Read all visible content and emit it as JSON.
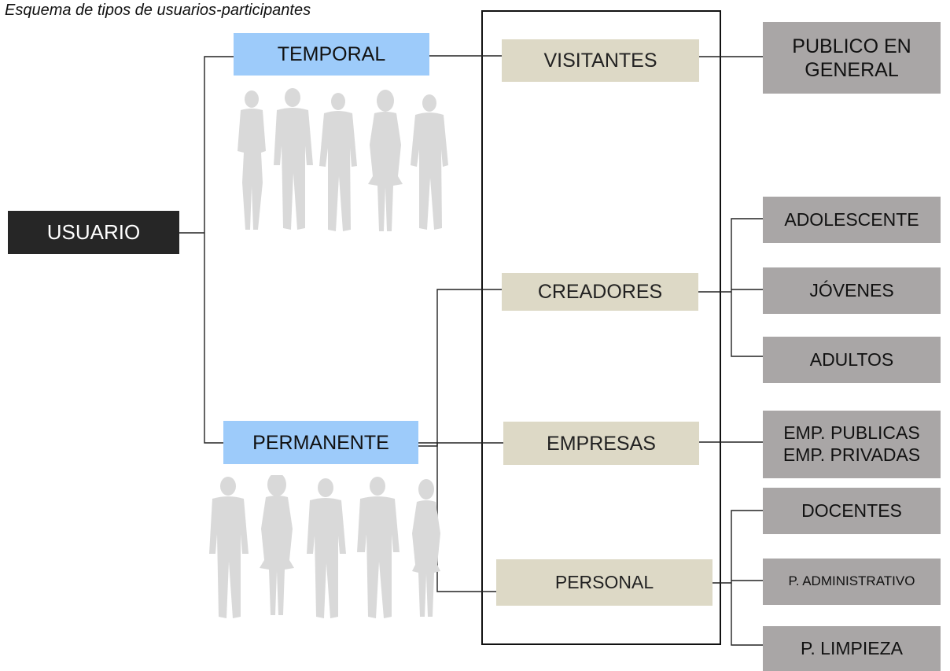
{
  "caption": "Esquema de tipos de usuarios-participantes",
  "root": {
    "label": "USUARIO"
  },
  "branches": {
    "temporal": {
      "label": "TEMPORAL"
    },
    "permanente": {
      "label": "PERMANENTE"
    }
  },
  "categories": {
    "visitantes": {
      "label": "VISITANTES"
    },
    "creadores": {
      "label": "CREADORES"
    },
    "empresas": {
      "label": "EMPRESAS"
    },
    "personal": {
      "label": "PERSONAL"
    }
  },
  "subtypes": {
    "publico_line1": "PUBLICO EN",
    "publico_line2": "GENERAL",
    "adolescente": "ADOLESCENTE",
    "jovenes": "JÓVENES",
    "adultos": "ADULTOS",
    "emp_publicas": "EMP. PUBLICAS",
    "emp_privadas": "EMP. PRIVADAS",
    "docentes": "DOCENTES",
    "p_administrativo": "P. ADMINISTRATIVO",
    "p_limpieza": "P. LIMPIEZA"
  },
  "colors": {
    "root": "#262626",
    "branch": "#9dcbfa",
    "category": "#ddd9c6",
    "subtype": "#a9a6a6",
    "silhouette": "#d9d9d9"
  }
}
